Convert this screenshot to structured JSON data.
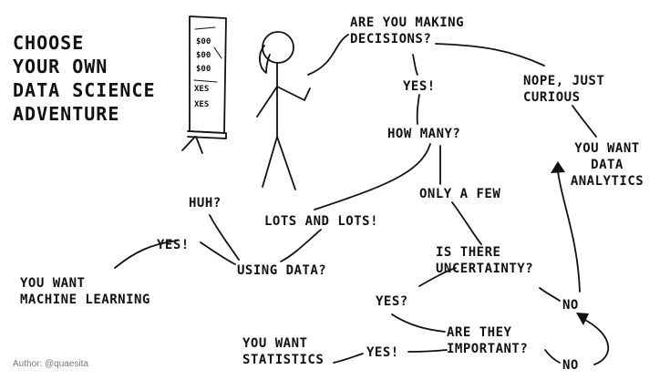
{
  "title": "CHOOSE\nYOUR OWN\nDATA SCIENCE\nADVENTURE",
  "credit": "Author: @quaesita",
  "whiteboard": {
    "line1": "$00",
    "line2": "$00",
    "line3": "$00",
    "line4": "XES",
    "line5": "XES"
  },
  "nodes": {
    "making_decisions": "ARE YOU MAKING\nDECISIONS?",
    "yes_decisions": "YES!",
    "nope_curious": "NOPE, JUST\nCURIOUS",
    "how_many": "HOW MANY?",
    "data_analytics": "YOU WANT\nDATA\nANALYTICS",
    "only_a_few": "ONLY A FEW",
    "huh": "HUH?",
    "lots_and_lots": "LOTS AND LOTS!",
    "yes_ml": "YES!",
    "using_data": "USING DATA?",
    "is_uncertainty": "IS THERE\nUNCERTAINTY?",
    "machine_learning": "YOU WANT\nMACHINE LEARNING",
    "yes_uncertainty": "YES?",
    "no_uncertainty": "NO",
    "are_important": "ARE THEY\nIMPORTANT?",
    "statistics": "YOU WANT\nSTATISTICS",
    "yes_statistics": "YES!",
    "no_important": "NO"
  }
}
